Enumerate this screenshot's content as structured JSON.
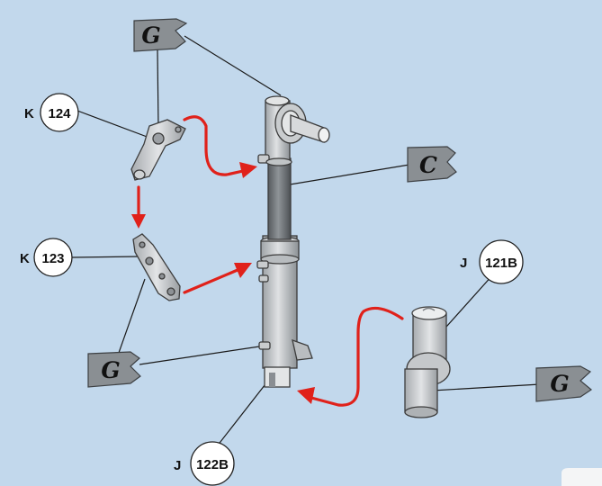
{
  "flags": [
    {
      "id": "g-top",
      "letter": "G"
    },
    {
      "id": "c-mid",
      "letter": "C"
    },
    {
      "id": "g-left",
      "letter": "G"
    },
    {
      "id": "g-right",
      "letter": "G"
    }
  ],
  "callouts": [
    {
      "id": "k124",
      "prefix": "K",
      "number": "124"
    },
    {
      "id": "k123",
      "prefix": "K",
      "number": "123"
    },
    {
      "id": "j121b",
      "prefix": "J",
      "number": "121B"
    },
    {
      "id": "j122b",
      "prefix": "J",
      "number": "122B"
    }
  ],
  "colors": {
    "background": "#c2d8ec",
    "arrow": "#e0211a",
    "flag": "#8a8f93",
    "part_light": "#d6d8da",
    "part_mid": "#b4b8bb",
    "part_dark": "#6e7276"
  }
}
